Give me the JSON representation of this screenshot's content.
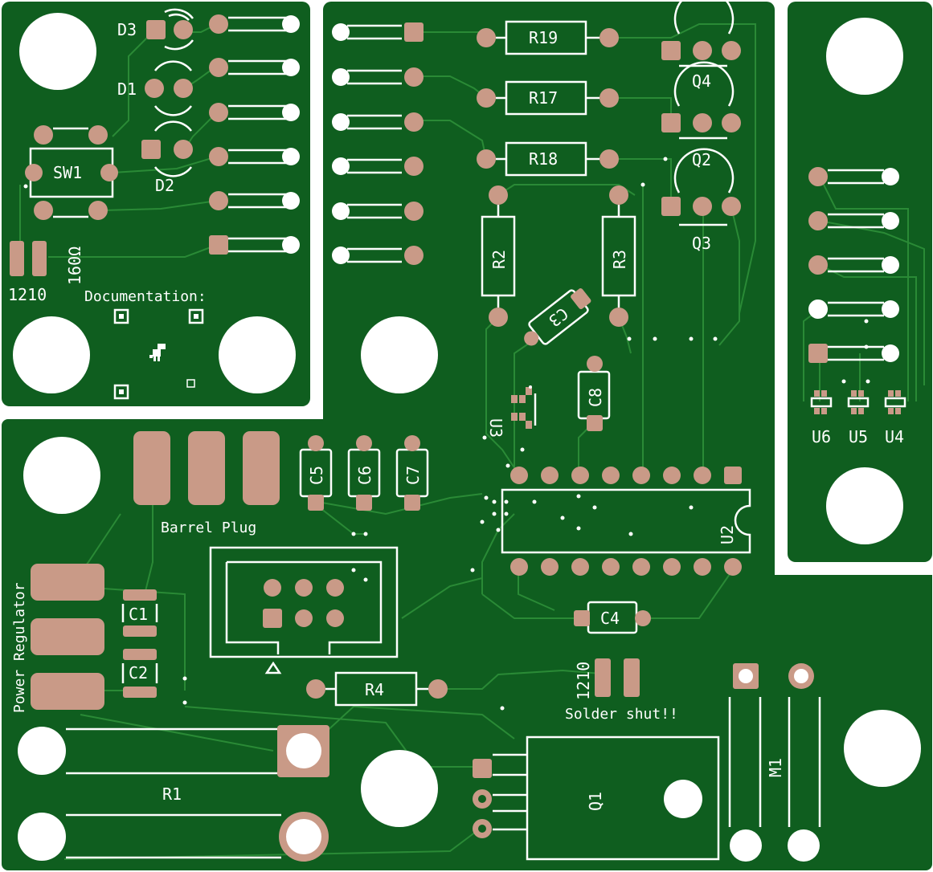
{
  "board": {
    "colors": {
      "substrate": "#0f5e1f",
      "trace": "#2a8a36",
      "pad": "#c99a87",
      "silkscreen": "#ffffff"
    },
    "labels": {
      "d3": "D3",
      "d1": "D1",
      "d2": "D2",
      "sw1": "SW1",
      "r160": "160Ω",
      "r1210a": "1210",
      "doc": "Documentation:",
      "r19": "R19",
      "r17": "R17",
      "r18": "R18",
      "r2": "R2",
      "r3": "R3",
      "q4": "Q4",
      "q2": "Q2",
      "q3": "Q3",
      "c3": "C3",
      "c8": "C8",
      "u3": "U3",
      "u6": "U6",
      "u5": "U5",
      "u4": "U4",
      "c5": "C5",
      "c6": "C6",
      "c7": "C7",
      "barrel": "Barrel Plug",
      "u2": "U2",
      "c4": "C4",
      "c1": "C1",
      "c2": "C2",
      "preg": "Power Regulator",
      "r4": "R4",
      "r1": "R1",
      "r1210b": "1210",
      "solder": "Solder shut!!",
      "q1": "Q1",
      "m1": "M1"
    }
  }
}
